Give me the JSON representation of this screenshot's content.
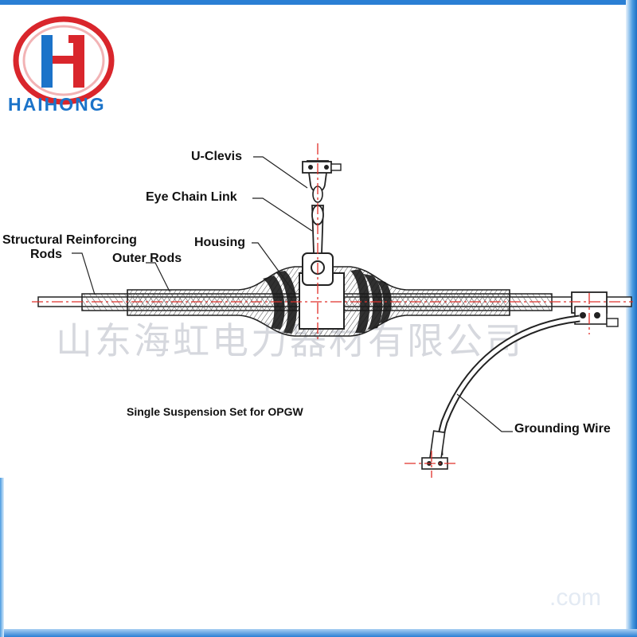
{
  "brand": {
    "name": "HAIHONG",
    "logo_letter": "H",
    "colors": {
      "ring": "#d9262c",
      "letter_left": "#1b73c9",
      "letter_right": "#d9262c",
      "text": "#1b73c9"
    }
  },
  "diagram": {
    "caption": "Single Suspension Set for OPGW",
    "labels": {
      "u_clevis": "U-Clevis",
      "eye_chain_link": "Eye Chain Link",
      "housing": "Housing",
      "structural_rods_line1": "Structural Reinforcing",
      "structural_rods_line2": "Rods",
      "outer_rods": "Outer Rods",
      "grounding_wire": "Grounding Wire"
    },
    "centerline_color": "#e0302a"
  },
  "watermark": {
    "text": "山东海虹电力器材有限公司",
    "url_fragment": ".com"
  }
}
